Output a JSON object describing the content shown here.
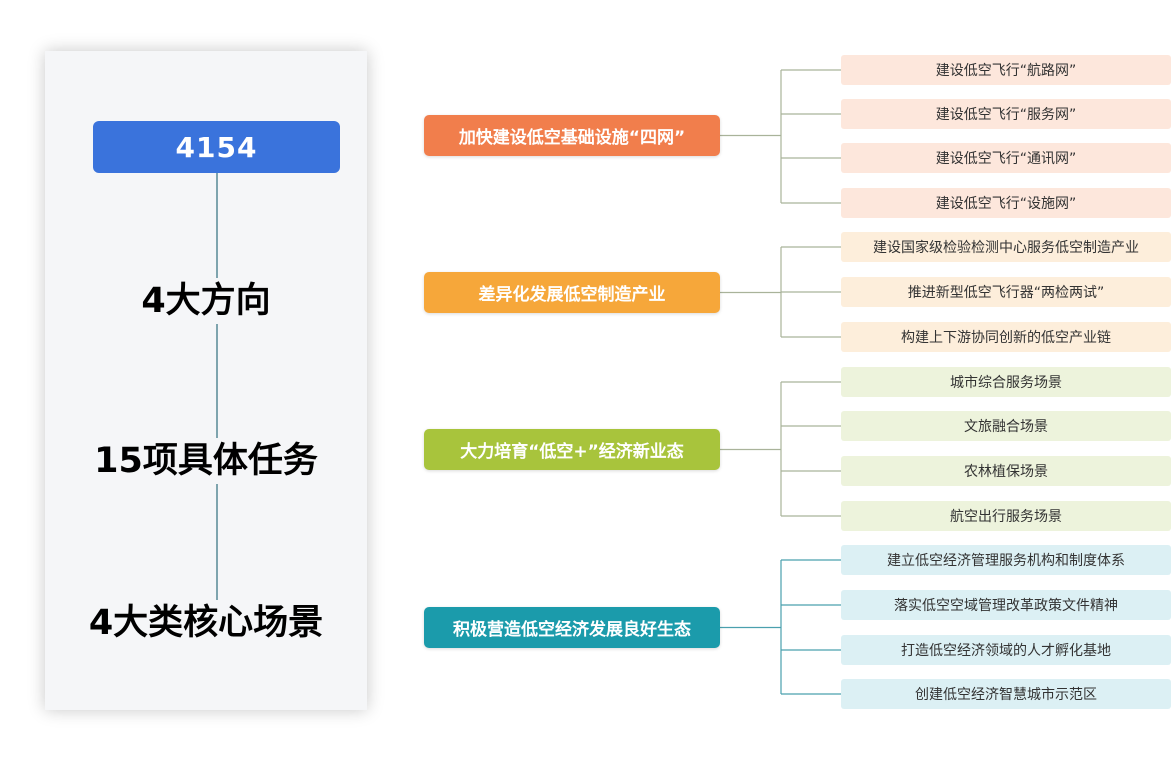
{
  "root": "4154",
  "levels": [
    "4大方向",
    "15项具体任务",
    "4大类核心场景"
  ],
  "directions": [
    {
      "label": "加快建设低空基础设施“四网”",
      "color": "#f17e4c",
      "task_bg": "#fde7dc",
      "tasks": [
        "建设低空飞行“航路网”",
        "建设低空飞行“服务网”",
        "建设低空飞行“通讯网”",
        "建设低空飞行“设施网”"
      ]
    },
    {
      "label": "差异化发展低空制造产业",
      "color": "#f6a73a",
      "task_bg": "#fdeedb",
      "tasks": [
        "建设国家级检验检测中心服务低空制造产业",
        "推进新型低空飞行器“两检两试”",
        "构建上下游协同创新的低空产业链"
      ]
    },
    {
      "label": "大力培育“低空+”经济新业态",
      "color": "#a8c43c",
      "task_bg": "#edf3dc",
      "tasks": [
        "城市综合服务场景",
        "文旅融合场景",
        "农林植保场景",
        "航空出行服务场景"
      ]
    },
    {
      "label": "积极营造低空经济发展良好生态",
      "color": "#1b9bab",
      "task_bg": "#dcf0f4",
      "tasks": [
        "建立低空经济管理服务机构和制度体系",
        "落实低空空域管理改革政策文件精神",
        "打造低空经济领域的人才孵化基地",
        "创建低空经济智慧城市示范区"
      ]
    }
  ]
}
